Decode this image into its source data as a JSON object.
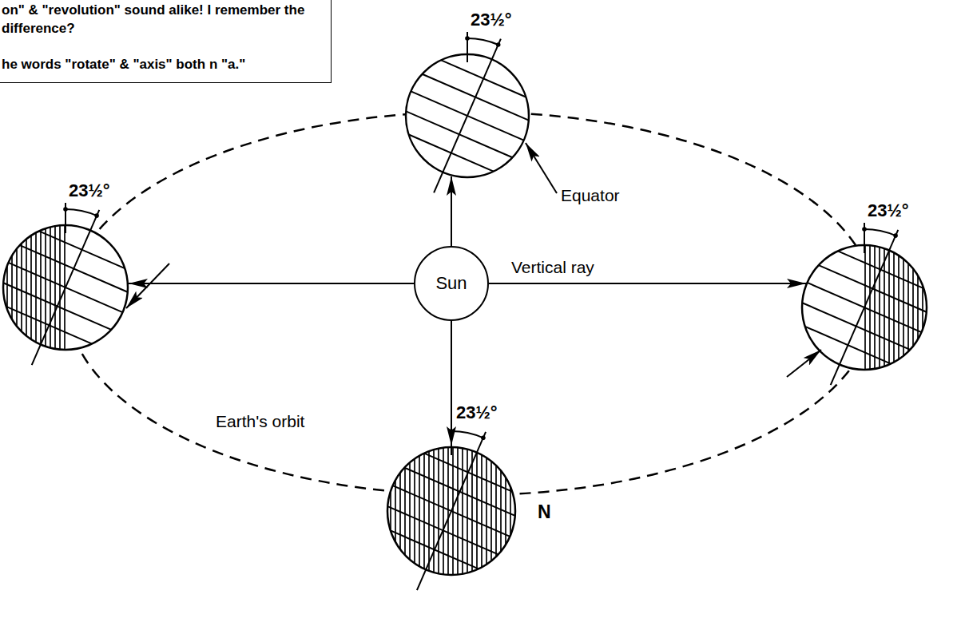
{
  "diagram": {
    "nodes": [
      {
        "text": [
          "on\" & \"revolution\" sound alike! I remember the difference?",
          "he words \"rotate\" & \"axis\" both n \"a.\""
        ]
      },
      {
        "text": [
          "Sun"
        ]
      }
    ],
    "labels": [
      "23½°",
      "23½°",
      "23½°",
      "23½°",
      "Equator",
      "Vertical ray",
      "Earth's orbit",
      "N"
    ]
  }
}
